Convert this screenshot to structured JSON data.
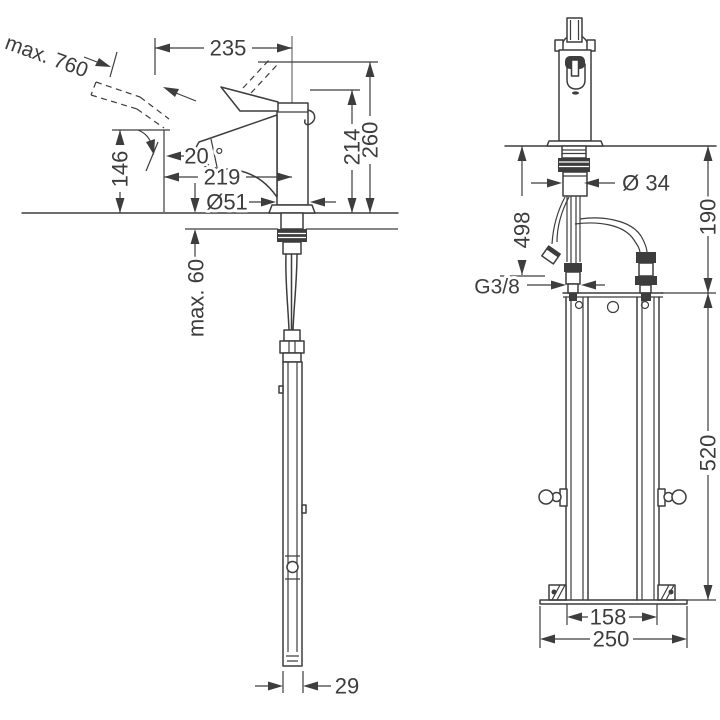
{
  "drawing": {
    "type": "technical-dimension-drawing",
    "product": "pull-out kitchen mixer with base unit",
    "colors": {
      "line": "#3d3d3d",
      "background": "#ffffff"
    },
    "views": {
      "side": {
        "dims": {
          "max_pullout": "max. 760",
          "reach": "235",
          "height_total": "260",
          "height_body": "214",
          "spout_height": "146",
          "spout_angle": "20 °",
          "projection": "219",
          "body_diameter": "Ø51",
          "max_counter_thickness": "max. 60",
          "tube_width": "29"
        }
      },
      "front": {
        "dims": {
          "shank_diameter": "Ø 34",
          "hose_length": "498",
          "height_to_frame": "190",
          "thread": "G3/8",
          "frame_height": "520",
          "rail_width": "158",
          "base_width": "250"
        }
      }
    }
  }
}
